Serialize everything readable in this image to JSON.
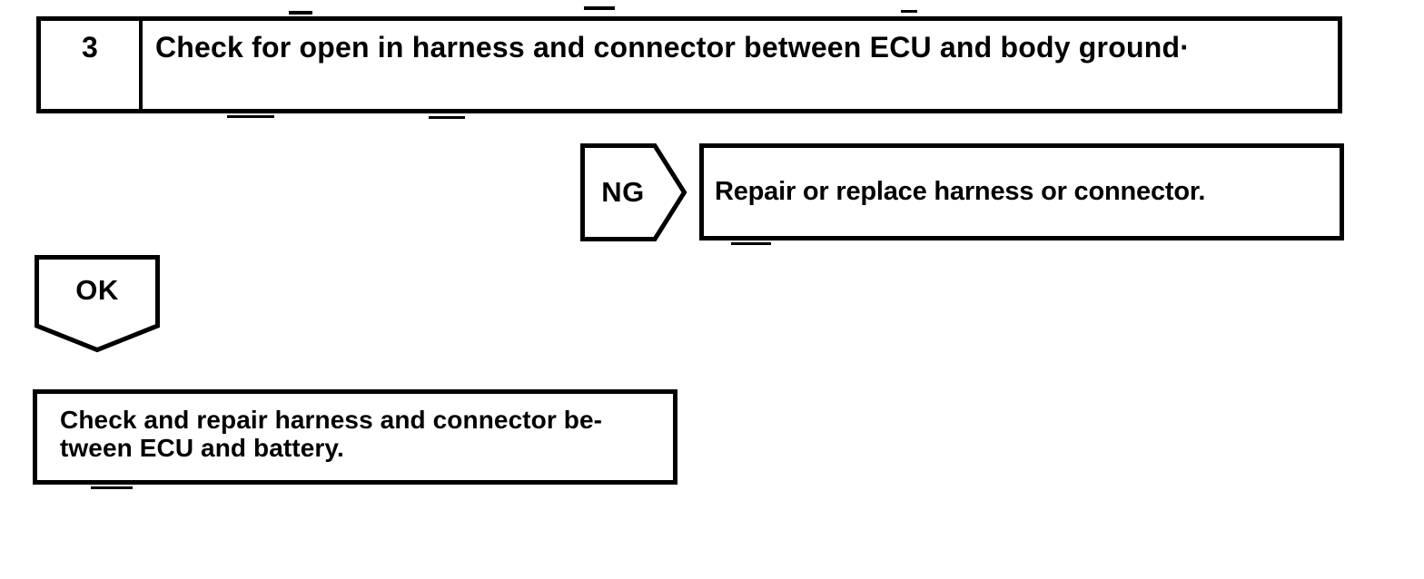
{
  "page": {
    "background": "#ffffff",
    "ink": "#000000",
    "kind": "troubleshooting-flowchart"
  },
  "flowchart": {
    "step": {
      "number": "3",
      "instruction": "Check for open in harness and connector between ECU and body ground·"
    },
    "ng_branch": {
      "label": "NG",
      "action": "Repair or replace harness or connector."
    },
    "ok_branch": {
      "label": "OK",
      "action_line1": "Check and repair harness and connector be-",
      "action_line2": "tween ECU and battery."
    }
  }
}
